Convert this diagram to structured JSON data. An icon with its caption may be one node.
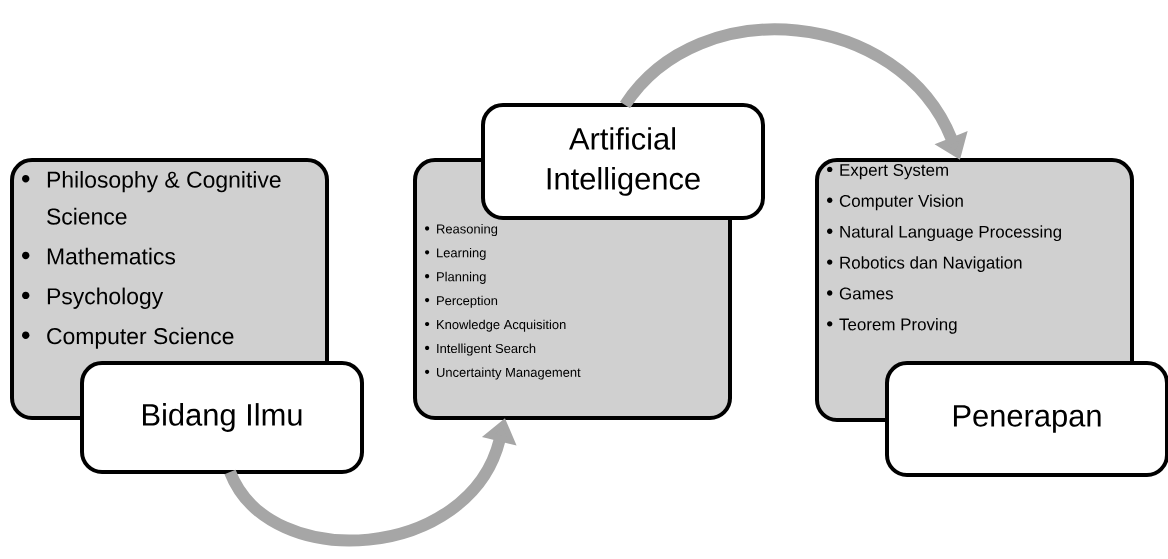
{
  "diagram": {
    "nodes": [
      {
        "text": [
          "Philosophy & Cognitive Science",
          "Mathematics",
          "Psychology",
          "Computer Science"
        ]
      },
      {
        "text": [
          "Bidang Ilmu"
        ]
      },
      {
        "text": [
          "Artificial Intelligence"
        ]
      },
      {
        "text": [
          "Reasoning",
          "Learning",
          "Planning",
          "Perception",
          "Knowledge Acquisition",
          "Intelligent Search",
          "Uncertainty Management"
        ]
      },
      {
        "text": [
          "Expert System",
          "Computer Vision",
          "Natural Language Processing",
          "Robotics dan Navigation",
          "Games",
          "Teorem Proving"
        ]
      },
      {
        "text": [
          "Penerapan"
        ]
      }
    ],
    "edges": [
      {
        "from": 1,
        "to": 3,
        "arrow": "to"
      },
      {
        "from": 2,
        "to": 4,
        "arrow": "to"
      }
    ]
  }
}
